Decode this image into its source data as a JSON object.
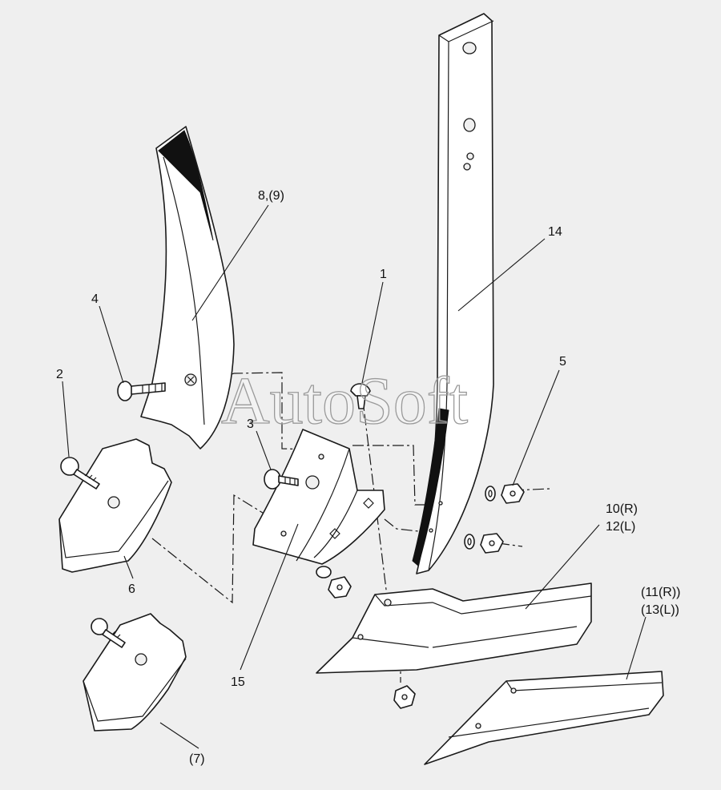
{
  "watermark": "AutoSoft",
  "labels": {
    "p1": "1",
    "p2": "2",
    "p3": "3",
    "p4": "4",
    "p5": "5",
    "p6": "6",
    "p7": "(7)",
    "p8_9": "8,(9)",
    "p10_12_a": "10(R)",
    "p10_12_b": "12(L)",
    "p11_13_a": "(11(R))",
    "p11_13_b": "(13(L))",
    "p14": "14",
    "p15": "15"
  }
}
